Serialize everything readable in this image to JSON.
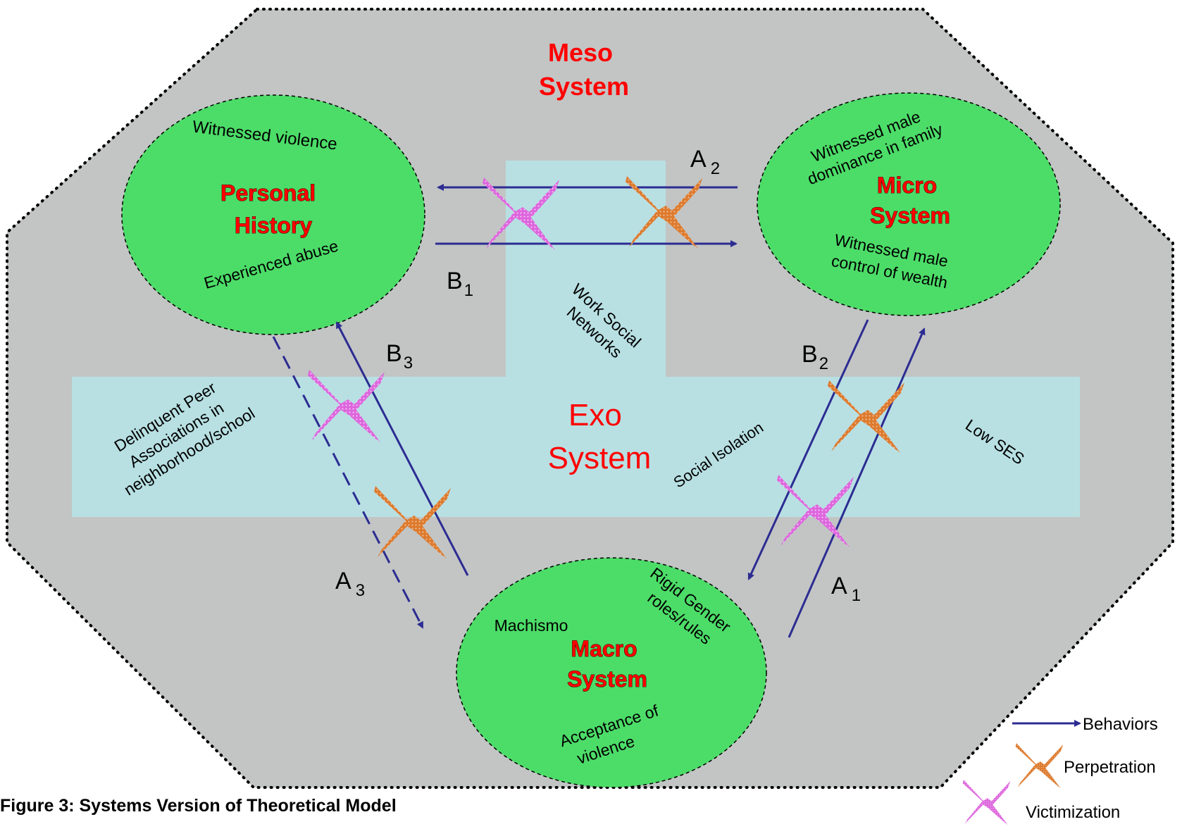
{
  "colors": {
    "outer_fill": "#c2c5c4",
    "exo_fill": "#b8e0e3",
    "circle_fill": "#4cdd68",
    "arrow": "#2c2c92",
    "perpetration": "#dd7a2e",
    "victimization": "#dd66dd",
    "title_red": "#ff0000"
  },
  "systems": {
    "meso": [
      "Meso",
      "System"
    ],
    "exo": [
      "Exo",
      "System"
    ],
    "personal": [
      "Personal",
      "History"
    ],
    "micro": [
      "Micro",
      "System"
    ],
    "macro": [
      "Macro",
      "System"
    ]
  },
  "factors": {
    "personal": [
      "Witnessed violence",
      "Experienced abuse"
    ],
    "micro": [
      "Witnessed male",
      "dominance in family",
      "Witnessed male",
      "control of wealth"
    ],
    "macro": [
      "Machismo",
      "Rigid Gender",
      "roles/rules",
      "Acceptance of",
      "violence"
    ],
    "exo_work": [
      "Work Social",
      "Networks"
    ],
    "exo_social": "Social Isolation",
    "exo_ses": "Low SES",
    "exo_peer": [
      "Delinquent Peer",
      "Associations in",
      "neighborhood/school"
    ]
  },
  "paths": {
    "A1": {
      "letter": "A",
      "sub": "1"
    },
    "A2": {
      "letter": "A",
      "sub": "2"
    },
    "A3": {
      "letter": "A",
      "sub": "3"
    },
    "B1": {
      "letter": "B",
      "sub": "1"
    },
    "B2": {
      "letter": "B",
      "sub": "2"
    },
    "B3": {
      "letter": "B",
      "sub": "3"
    }
  },
  "legend": {
    "behaviors": "Behaviors",
    "perpetration": "Perpetration",
    "victimization": "Victimization"
  },
  "caption": "Figure 3: Systems Version of Theoretical Model"
}
